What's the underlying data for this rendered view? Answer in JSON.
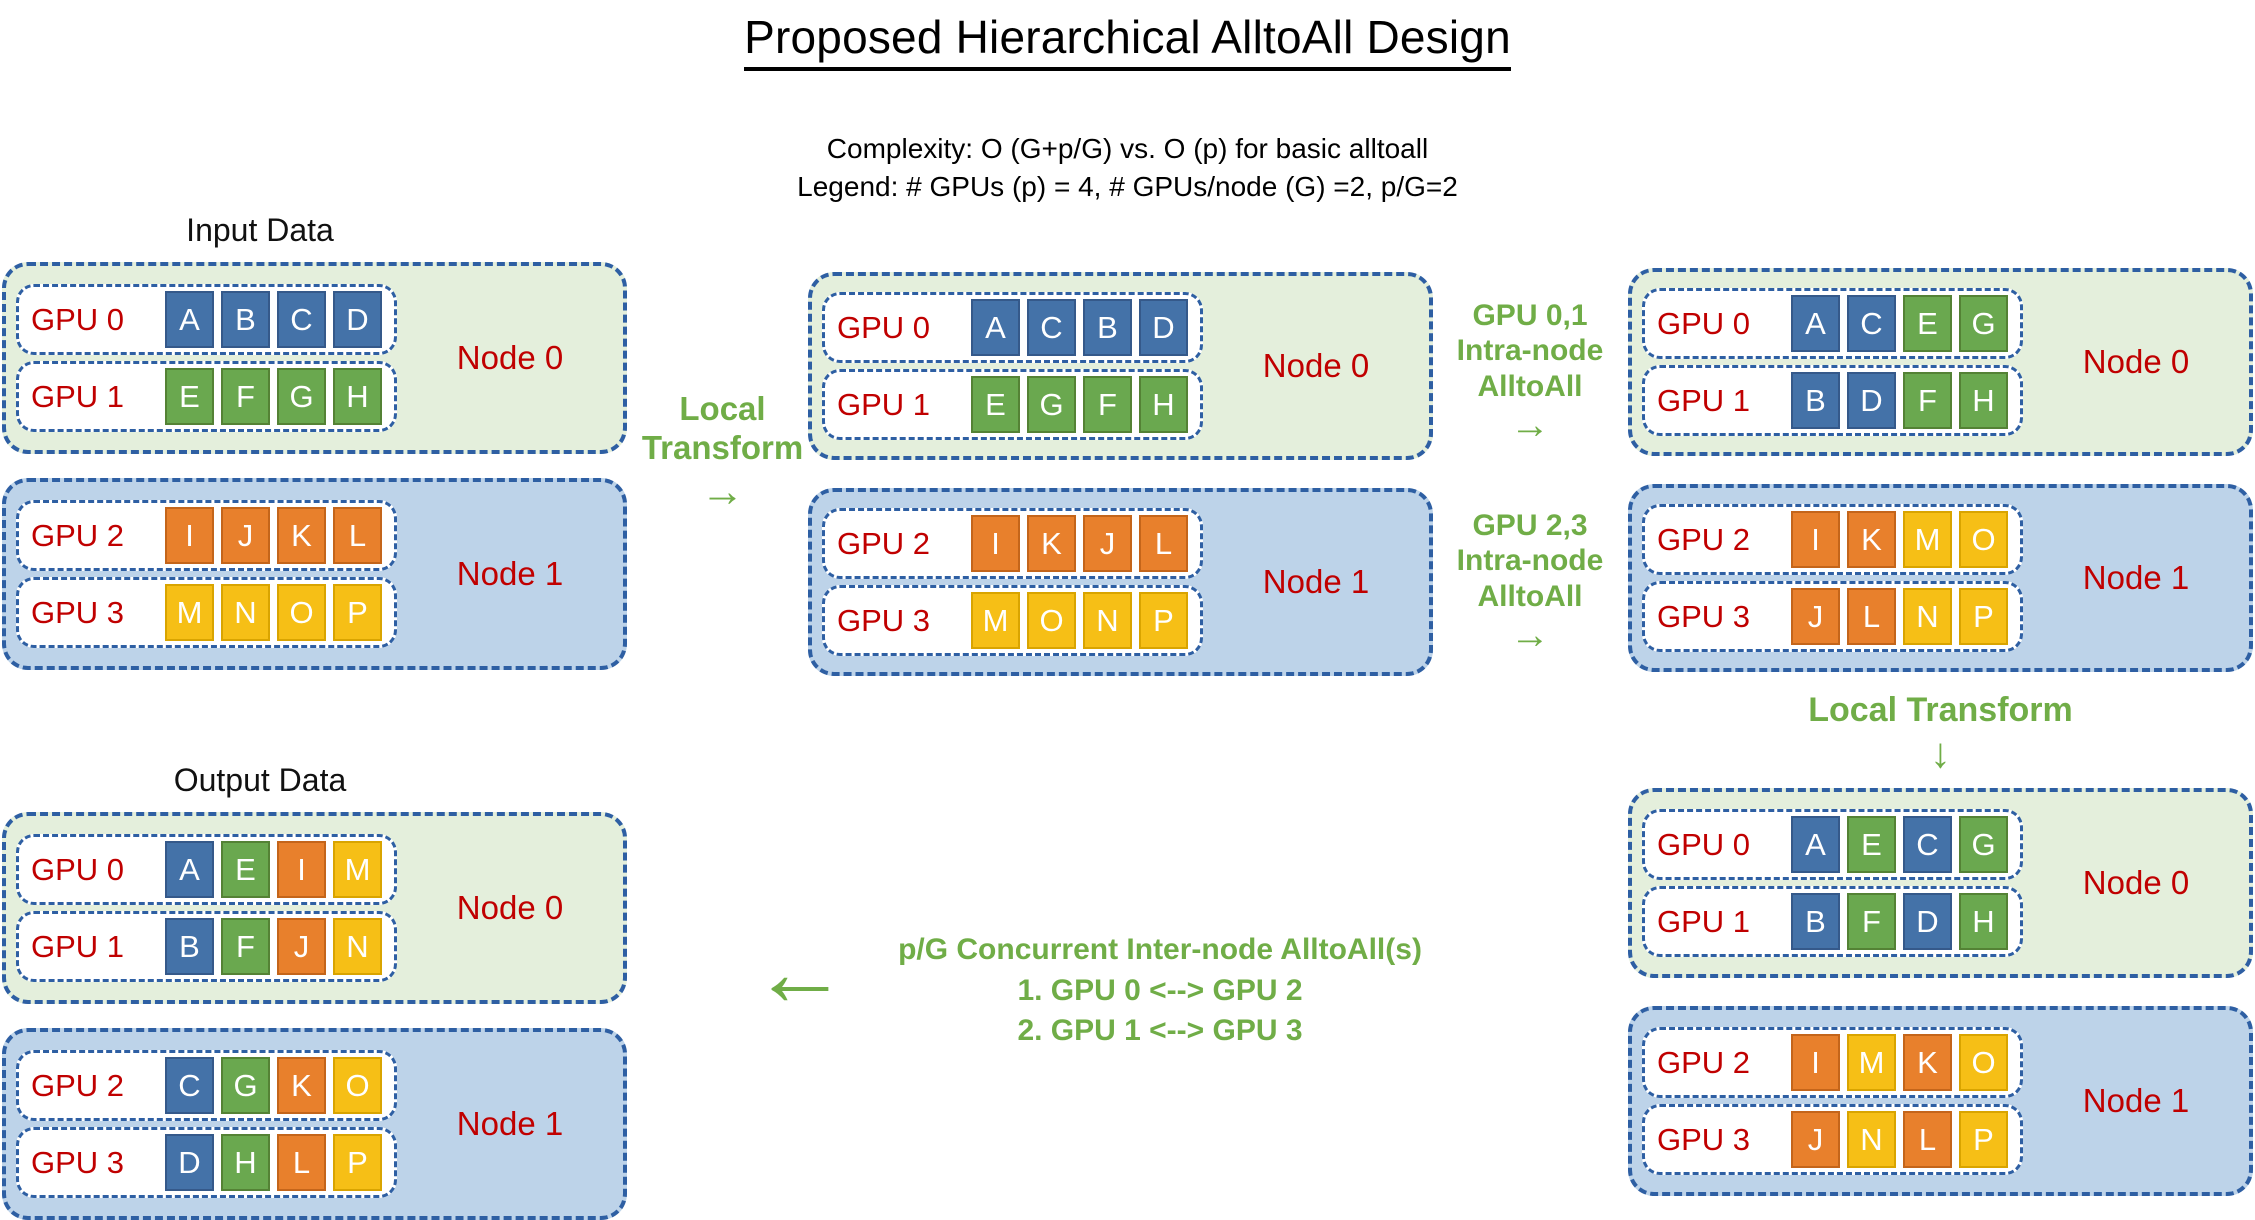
{
  "title": "Proposed Hierarchical AlltoAll Design",
  "subtitle": {
    "line1": "Complexity: O (G+p/G) vs. O (p) for basic alltoall",
    "line2": "Legend: # GPUs (p) = 4, # GPUs/node (G) =2, p/G=2"
  },
  "captions": {
    "input": "Input Data",
    "output": "Output Data"
  },
  "annotations": {
    "local_transform_left": {
      "line1": "Local",
      "line2": "Transform",
      "arrow": "→"
    },
    "intra_node_top": {
      "line1": "GPU 0,1",
      "line2": "Intra-node",
      "line3": "AlltoAll",
      "arrow": "→"
    },
    "intra_node_bottom": {
      "line1": "GPU 2,3",
      "line2": "Intra-node",
      "line3": "AlltoAll",
      "arrow": "→"
    },
    "local_transform_right": {
      "line1": "Local Transform",
      "arrow": "↓"
    },
    "inter_node": {
      "line1": "p/G Concurrent Inter-node AlltoAll(s)",
      "line2": "1. GPU 0 <--> GPU 2",
      "line3": "2. GPU 1 <--> GPU 3",
      "arrow": "←"
    }
  },
  "colors": {
    "blue": "#4472a8",
    "green": "#6aa84f",
    "orange": "#e8802c",
    "yellow": "#f6bf16",
    "node_green_bg": "#e4efdc",
    "node_blue_bg": "#bdd3e9",
    "node_border": "#2e5fa3",
    "gpu_label": "#c00000",
    "annotation": "#70ad47"
  },
  "stages": {
    "input": {
      "node0": {
        "label": "Node 0",
        "rows": [
          {
            "gpu": "GPU 0",
            "tiles": [
              {
                "letter": "A",
                "color": "blue"
              },
              {
                "letter": "B",
                "color": "blue"
              },
              {
                "letter": "C",
                "color": "blue"
              },
              {
                "letter": "D",
                "color": "blue"
              }
            ]
          },
          {
            "gpu": "GPU 1",
            "tiles": [
              {
                "letter": "E",
                "color": "green"
              },
              {
                "letter": "F",
                "color": "green"
              },
              {
                "letter": "G",
                "color": "green"
              },
              {
                "letter": "H",
                "color": "green"
              }
            ]
          }
        ]
      },
      "node1": {
        "label": "Node 1",
        "rows": [
          {
            "gpu": "GPU 2",
            "tiles": [
              {
                "letter": "I",
                "color": "orange"
              },
              {
                "letter": "J",
                "color": "orange"
              },
              {
                "letter": "K",
                "color": "orange"
              },
              {
                "letter": "L",
                "color": "orange"
              }
            ]
          },
          {
            "gpu": "GPU 3",
            "tiles": [
              {
                "letter": "M",
                "color": "yellow"
              },
              {
                "letter": "N",
                "color": "yellow"
              },
              {
                "letter": "O",
                "color": "yellow"
              },
              {
                "letter": "P",
                "color": "yellow"
              }
            ]
          }
        ]
      }
    },
    "after_local_transform": {
      "node0": {
        "label": "Node 0",
        "rows": [
          {
            "gpu": "GPU 0",
            "tiles": [
              {
                "letter": "A",
                "color": "blue"
              },
              {
                "letter": "C",
                "color": "blue"
              },
              {
                "letter": "B",
                "color": "blue"
              },
              {
                "letter": "D",
                "color": "blue"
              }
            ]
          },
          {
            "gpu": "GPU 1",
            "tiles": [
              {
                "letter": "E",
                "color": "green"
              },
              {
                "letter": "G",
                "color": "green"
              },
              {
                "letter": "F",
                "color": "green"
              },
              {
                "letter": "H",
                "color": "green"
              }
            ]
          }
        ]
      },
      "node1": {
        "label": "Node 1",
        "rows": [
          {
            "gpu": "GPU 2",
            "tiles": [
              {
                "letter": "I",
                "color": "orange"
              },
              {
                "letter": "K",
                "color": "orange"
              },
              {
                "letter": "J",
                "color": "orange"
              },
              {
                "letter": "L",
                "color": "orange"
              }
            ]
          },
          {
            "gpu": "GPU 3",
            "tiles": [
              {
                "letter": "M",
                "color": "yellow"
              },
              {
                "letter": "O",
                "color": "yellow"
              },
              {
                "letter": "N",
                "color": "yellow"
              },
              {
                "letter": "P",
                "color": "yellow"
              }
            ]
          }
        ]
      }
    },
    "after_intra_node_alltoall": {
      "node0": {
        "label": "Node 0",
        "rows": [
          {
            "gpu": "GPU 0",
            "tiles": [
              {
                "letter": "A",
                "color": "blue"
              },
              {
                "letter": "C",
                "color": "blue"
              },
              {
                "letter": "E",
                "color": "green"
              },
              {
                "letter": "G",
                "color": "green"
              }
            ]
          },
          {
            "gpu": "GPU 1",
            "tiles": [
              {
                "letter": "B",
                "color": "blue"
              },
              {
                "letter": "D",
                "color": "blue"
              },
              {
                "letter": "F",
                "color": "green"
              },
              {
                "letter": "H",
                "color": "green"
              }
            ]
          }
        ]
      },
      "node1": {
        "label": "Node 1",
        "rows": [
          {
            "gpu": "GPU 2",
            "tiles": [
              {
                "letter": "I",
                "color": "orange"
              },
              {
                "letter": "K",
                "color": "orange"
              },
              {
                "letter": "M",
                "color": "yellow"
              },
              {
                "letter": "O",
                "color": "yellow"
              }
            ]
          },
          {
            "gpu": "GPU 3",
            "tiles": [
              {
                "letter": "J",
                "color": "orange"
              },
              {
                "letter": "L",
                "color": "orange"
              },
              {
                "letter": "N",
                "color": "yellow"
              },
              {
                "letter": "P",
                "color": "yellow"
              }
            ]
          }
        ]
      }
    },
    "after_second_local_transform": {
      "node0": {
        "label": "Node 0",
        "rows": [
          {
            "gpu": "GPU 0",
            "tiles": [
              {
                "letter": "A",
                "color": "blue"
              },
              {
                "letter": "E",
                "color": "green"
              },
              {
                "letter": "C",
                "color": "blue"
              },
              {
                "letter": "G",
                "color": "green"
              }
            ]
          },
          {
            "gpu": "GPU 1",
            "tiles": [
              {
                "letter": "B",
                "color": "blue"
              },
              {
                "letter": "F",
                "color": "green"
              },
              {
                "letter": "D",
                "color": "blue"
              },
              {
                "letter": "H",
                "color": "green"
              }
            ]
          }
        ]
      },
      "node1": {
        "label": "Node 1",
        "rows": [
          {
            "gpu": "GPU 2",
            "tiles": [
              {
                "letter": "I",
                "color": "orange"
              },
              {
                "letter": "M",
                "color": "yellow"
              },
              {
                "letter": "K",
                "color": "orange"
              },
              {
                "letter": "O",
                "color": "yellow"
              }
            ]
          },
          {
            "gpu": "GPU 3",
            "tiles": [
              {
                "letter": "J",
                "color": "orange"
              },
              {
                "letter": "N",
                "color": "yellow"
              },
              {
                "letter": "L",
                "color": "orange"
              },
              {
                "letter": "P",
                "color": "yellow"
              }
            ]
          }
        ]
      }
    },
    "output": {
      "node0": {
        "label": "Node 0",
        "rows": [
          {
            "gpu": "GPU 0",
            "tiles": [
              {
                "letter": "A",
                "color": "blue"
              },
              {
                "letter": "E",
                "color": "green"
              },
              {
                "letter": "I",
                "color": "orange"
              },
              {
                "letter": "M",
                "color": "yellow"
              }
            ]
          },
          {
            "gpu": "GPU 1",
            "tiles": [
              {
                "letter": "B",
                "color": "blue"
              },
              {
                "letter": "F",
                "color": "green"
              },
              {
                "letter": "J",
                "color": "orange"
              },
              {
                "letter": "N",
                "color": "yellow"
              }
            ]
          }
        ]
      },
      "node1": {
        "label": "Node 1",
        "rows": [
          {
            "gpu": "GPU 2",
            "tiles": [
              {
                "letter": "C",
                "color": "blue"
              },
              {
                "letter": "G",
                "color": "green"
              },
              {
                "letter": "K",
                "color": "orange"
              },
              {
                "letter": "O",
                "color": "yellow"
              }
            ]
          },
          {
            "gpu": "GPU 3",
            "tiles": [
              {
                "letter": "D",
                "color": "blue"
              },
              {
                "letter": "H",
                "color": "green"
              },
              {
                "letter": "L",
                "color": "orange"
              },
              {
                "letter": "P",
                "color": "yellow"
              }
            ]
          }
        ]
      }
    }
  }
}
